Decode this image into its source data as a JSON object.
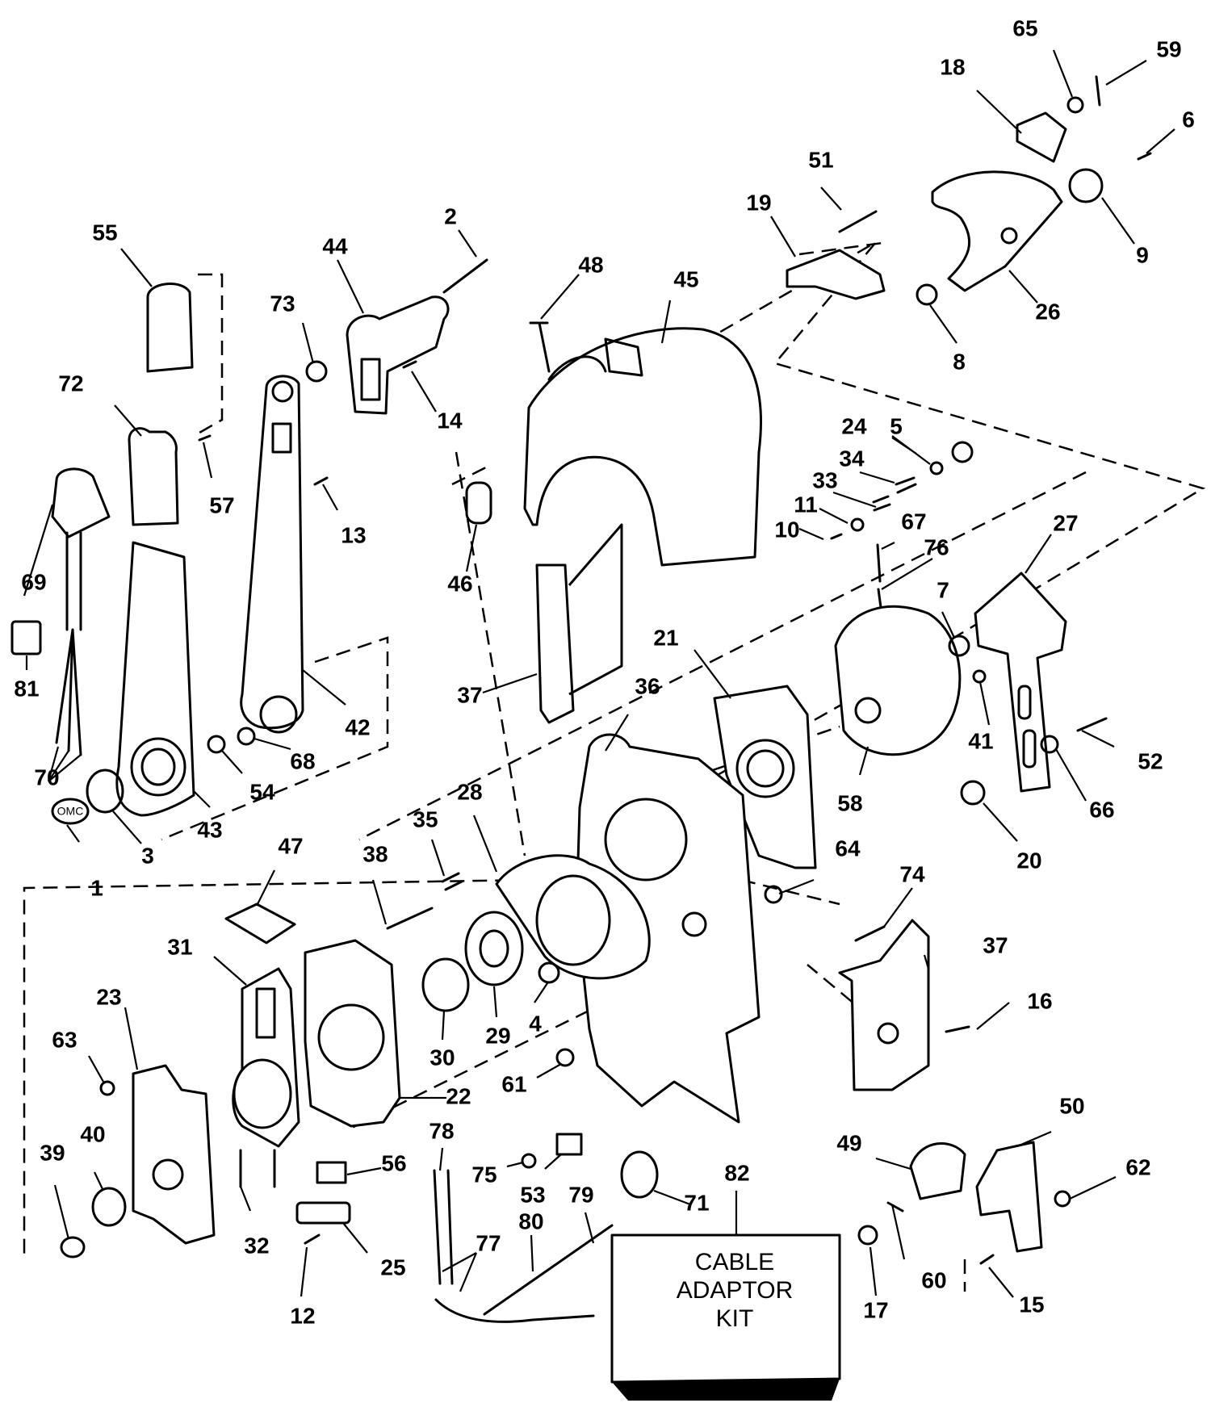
{
  "diagram": {
    "callouts": [
      "1",
      "2",
      "3",
      "4",
      "5",
      "6",
      "7",
      "8",
      "9",
      "10",
      "11",
      "12",
      "13",
      "14",
      "15",
      "16",
      "17",
      "18",
      "19",
      "20",
      "21",
      "22",
      "23",
      "24",
      "25",
      "26",
      "27",
      "28",
      "29",
      "30",
      "31",
      "32",
      "33",
      "34",
      "35",
      "36",
      "37",
      "37",
      "38",
      "39",
      "40",
      "41",
      "42",
      "43",
      "44",
      "45",
      "46",
      "47",
      "48",
      "49",
      "50",
      "51",
      "52",
      "53",
      "54",
      "55",
      "56",
      "57",
      "58",
      "59",
      "60",
      "61",
      "62",
      "63",
      "64",
      "65",
      "66",
      "67",
      "68",
      "69",
      "70",
      "71",
      "72",
      "73",
      "74",
      "75",
      "76",
      "77",
      "78",
      "79",
      "80",
      "81",
      "82"
    ],
    "kit_box": {
      "line1": "CABLE",
      "line2": "ADAPTOR",
      "line3": "KIT"
    },
    "logo_text": "OMC"
  }
}
